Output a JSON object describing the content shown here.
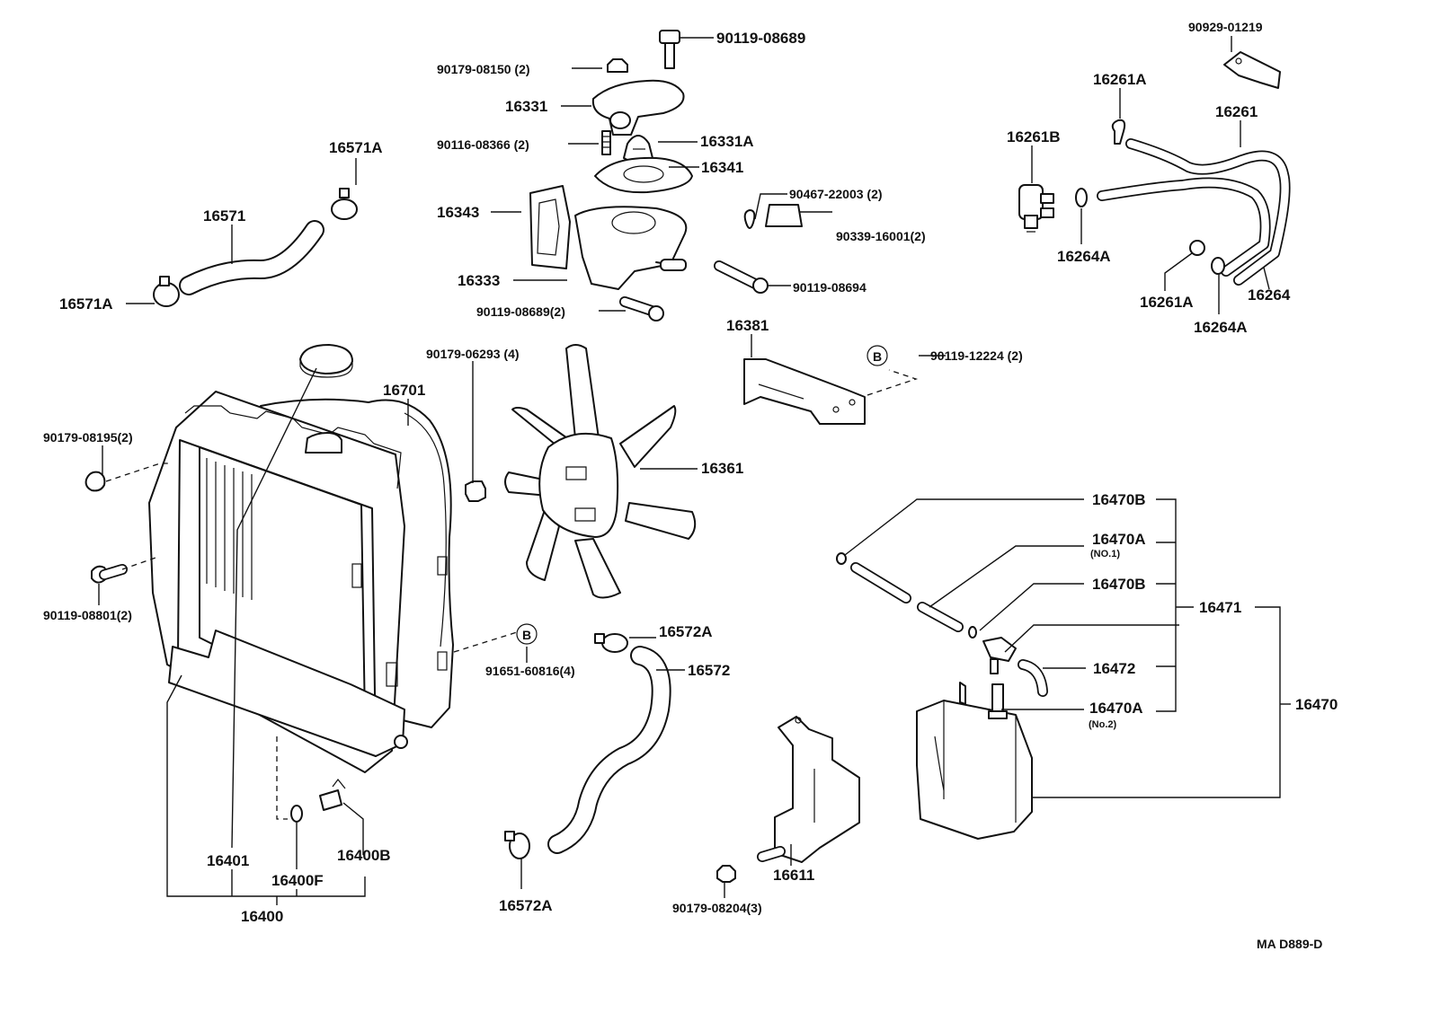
{
  "labels": {
    "p90119_08689_top": "90119-08689",
    "p90179_08150": "90179-08150 (2)",
    "p16331": "16331",
    "p90116_08366": "90116-08366 (2)",
    "p16331A": "16331A",
    "p16341": "16341",
    "p16343": "16343",
    "p16333": "16333",
    "p90119_08689_2": "90119-08689(2)",
    "p90467_22003": "90467-22003 (2)",
    "p90339_16001": "90339-16001(2)",
    "p90119_08694": "90119-08694",
    "p16571A_top": "16571A",
    "p16571": "16571",
    "p16571A_left": "16571A",
    "p90929_01219": "90929-01219",
    "p16261A_top": "16261A",
    "p16261": "16261",
    "p16261B": "16261B",
    "p16264A_left": "16264A",
    "p16261A_bottom": "16261A",
    "p16264": "16264",
    "p16264A_bottom": "16264A",
    "p16381": "16381",
    "pB_top": "B",
    "p90119_12224": "90119-12224 (2)",
    "p90179_06293": "90179-06293 (4)",
    "p16701": "16701",
    "p90179_08195": "90179-08195(2)",
    "p16361": "16361",
    "p90119_08801": "90119-08801(2)",
    "pB_mid": "B",
    "p91651_60816": "91651-60816(4)",
    "p16572A_top": "16572A",
    "p16572": "16572",
    "p16470B_a": "16470B",
    "p16470A_a": "16470A",
    "p16470A_a_note": "(NO.1)",
    "p16470B_b": "16470B",
    "p16471": "16471",
    "p16472": "16472",
    "p16470A_b": "16470A",
    "p16470A_b_note": "(No.2)",
    "p16470": "16470",
    "p16401": "16401",
    "p16400F": "16400F",
    "p16400B": "16400B",
    "p16400": "16400",
    "p16572A_bottom": "16572A",
    "p16611": "16611",
    "p90179_08204": "90179-08204(3)",
    "diagram_code": "MA D889-D"
  }
}
